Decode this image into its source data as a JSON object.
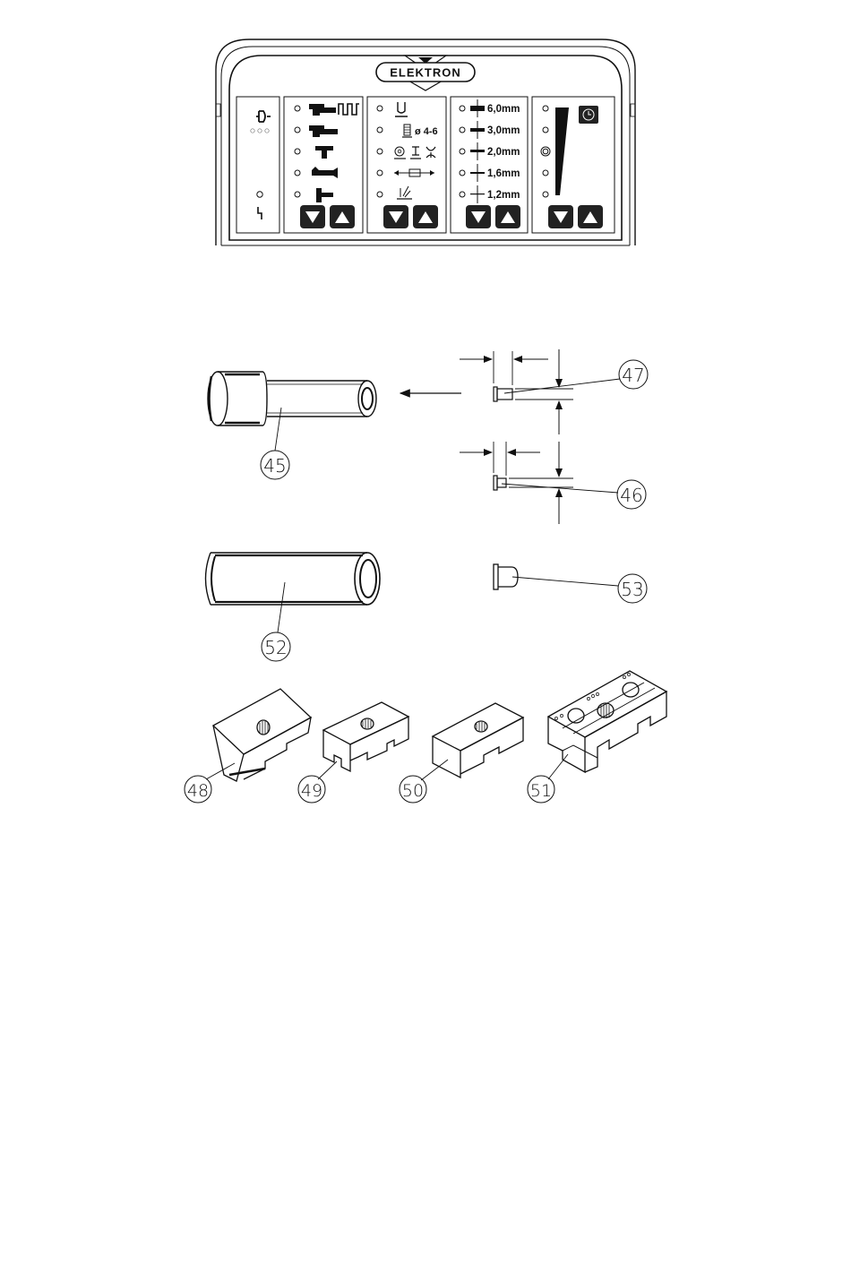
{
  "panel": {
    "brand": "ELEKTRON",
    "sections": [
      {
        "id": "power",
        "leds": 1,
        "has_buttons": false
      },
      {
        "id": "process",
        "leds": 5,
        "has_buttons": true
      },
      {
        "id": "material",
        "leds": 5,
        "has_buttons": true,
        "text_items": [
          "ø 4-6"
        ]
      },
      {
        "id": "thickness",
        "leds": 5,
        "has_buttons": true,
        "items": [
          "6,0mm",
          "3,0mm",
          "2,0mm",
          "1,6mm",
          "1,2mm"
        ]
      },
      {
        "id": "intensity",
        "leds": 5,
        "has_buttons": true
      }
    ]
  },
  "parts": {
    "labels": {
      "p45": "45",
      "p46": "46",
      "p47": "47",
      "p52": "52",
      "p53": "53",
      "p48": "48",
      "p49": "49",
      "p50": "50",
      "p51": "51"
    }
  },
  "icons": [
    "power-plug-icon",
    "lightning-icon",
    "welding-gun-icon",
    "pulse-wave-icon",
    "down-arrow-button-icon",
    "up-arrow-button-icon",
    "gas-nozzle-icon",
    "spool-icon",
    "thickness-icon",
    "clock-icon"
  ]
}
